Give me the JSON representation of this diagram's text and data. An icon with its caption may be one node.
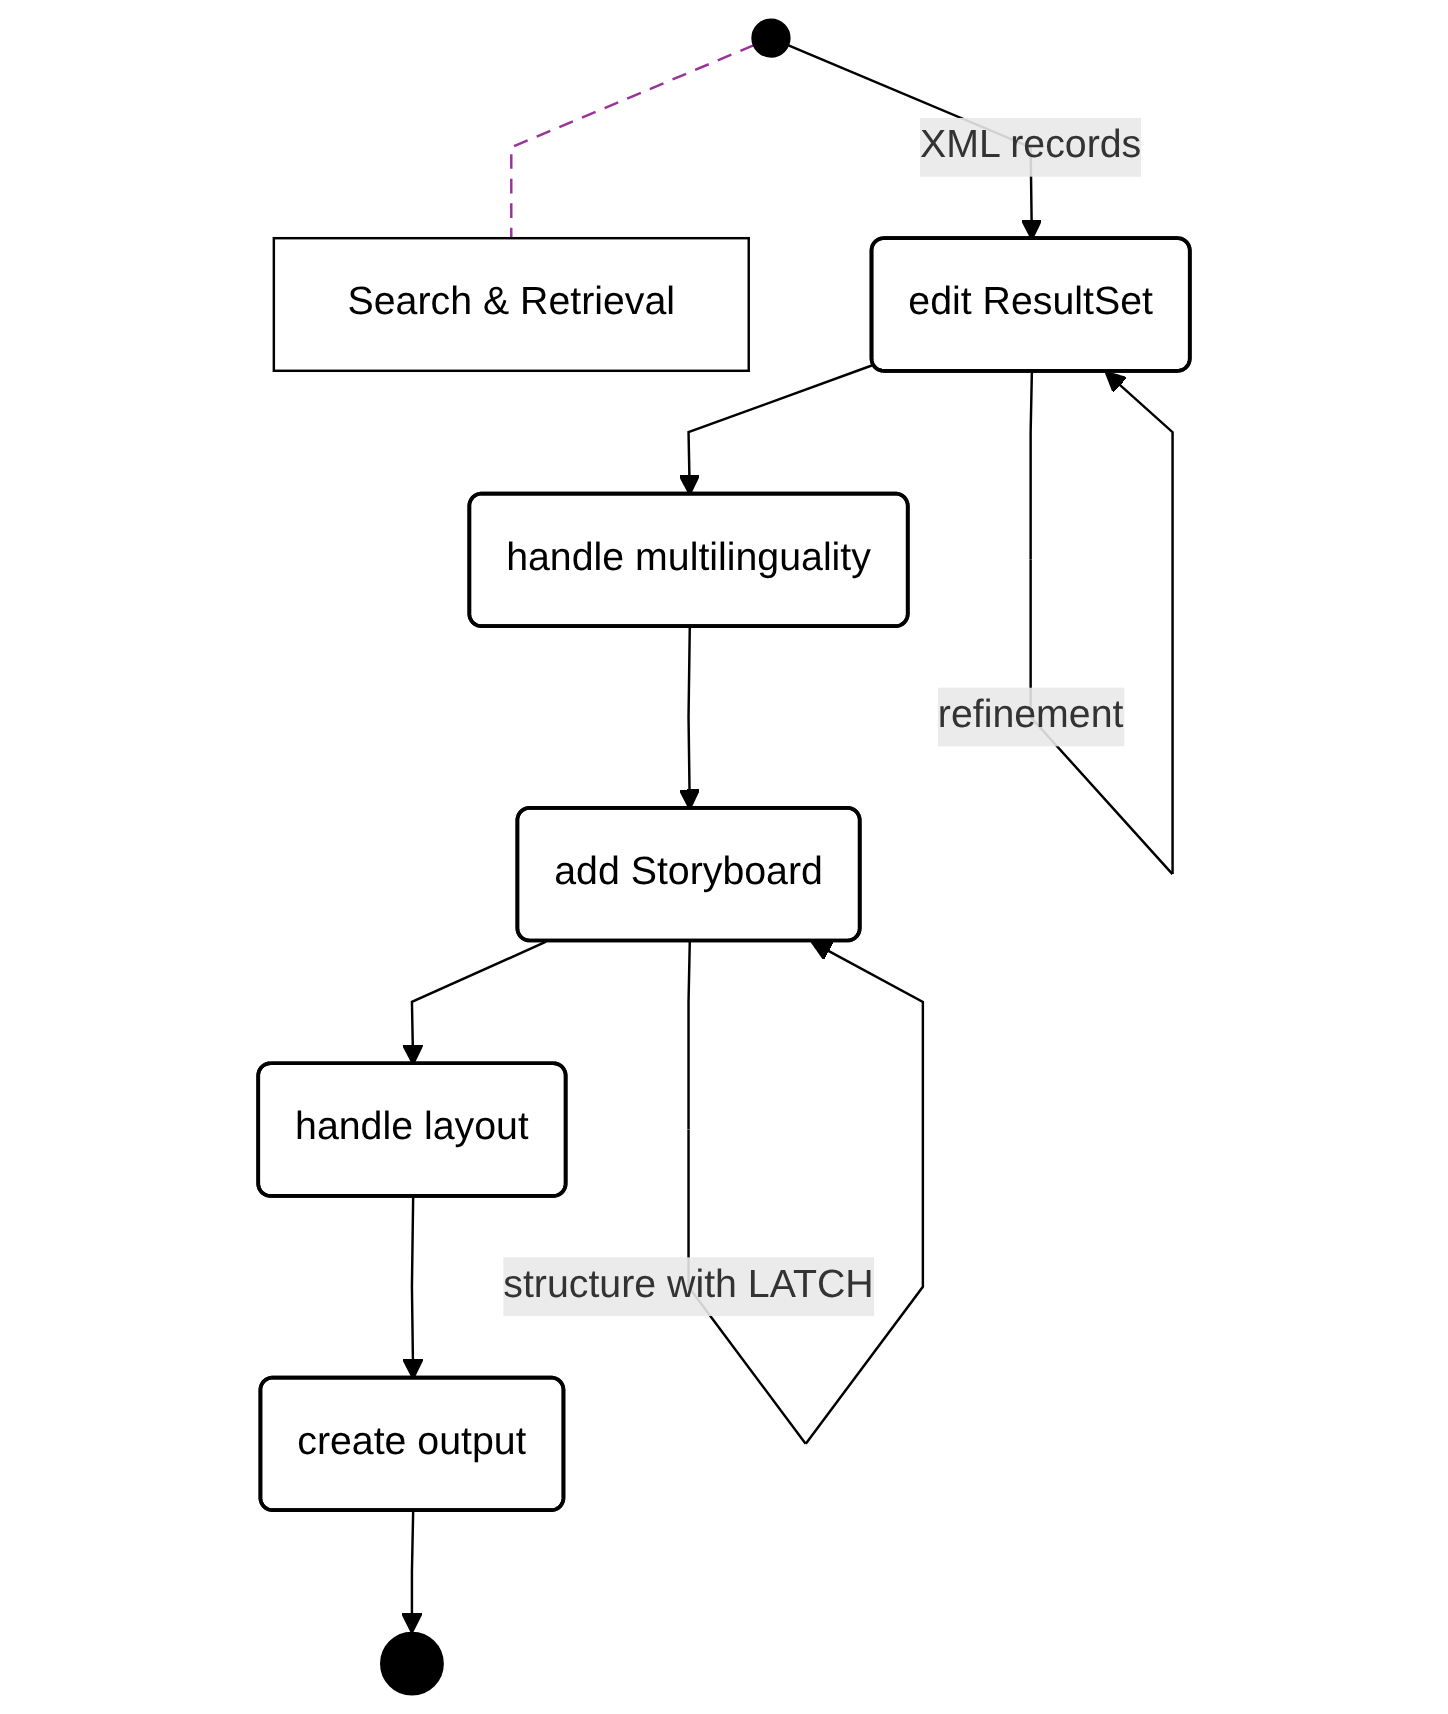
{
  "diagram": {
    "nodes": [
      {
        "text": [],
        "shape": "circle"
      },
      {
        "text": [
          "Search & Retrieval"
        ]
      },
      {
        "text": [
          "edit ResultSet"
        ]
      },
      {
        "text": [
          "handle multilinguality"
        ]
      },
      {
        "text": [
          "add Storyboard"
        ]
      },
      {
        "text": [
          "handle layout"
        ]
      },
      {
        "text": [
          "create output"
        ]
      },
      {
        "text": [],
        "shape": "circle"
      }
    ],
    "edges": [
      {
        "from": 0,
        "to": 1,
        "arrow": "none",
        "style": "dashed",
        "color": "#993399"
      },
      {
        "from": 0,
        "to": 2,
        "arrow": "to",
        "label": "XML records"
      },
      {
        "from": 2,
        "to": 2,
        "arrow": "to",
        "label": "refinement"
      },
      {
        "from": 2,
        "to": 3,
        "arrow": "to"
      },
      {
        "from": 3,
        "to": 4,
        "arrow": "to"
      },
      {
        "from": 4,
        "to": 4,
        "arrow": "to",
        "label": "structure with LATCH"
      },
      {
        "from": 4,
        "to": 5,
        "arrow": "to"
      },
      {
        "from": 5,
        "to": 6,
        "arrow": "to"
      },
      {
        "from": 6,
        "to": 7,
        "arrow": "to"
      }
    ]
  }
}
